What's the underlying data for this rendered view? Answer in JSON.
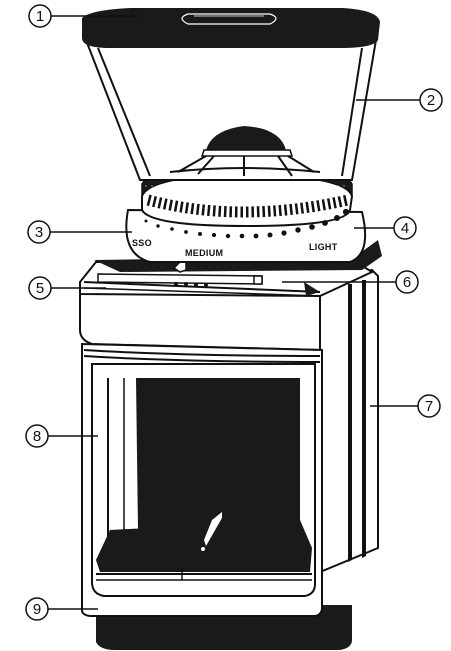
{
  "diagram": {
    "callouts": [
      {
        "id": "1",
        "label": "1"
      },
      {
        "id": "2",
        "label": "2"
      },
      {
        "id": "3",
        "label": "3"
      },
      {
        "id": "4",
        "label": "4"
      },
      {
        "id": "5",
        "label": "5"
      },
      {
        "id": "6",
        "label": "6"
      },
      {
        "id": "7",
        "label": "7"
      },
      {
        "id": "8",
        "label": "8"
      },
      {
        "id": "9",
        "label": "9"
      }
    ],
    "dial_labels": {
      "left": "SSO",
      "middle": "MEDIUM",
      "right": "LIGHT"
    }
  },
  "colors": {
    "outline": "#111111",
    "body_fill": "#ffffff",
    "dark_fill": "#1a1a1a"
  }
}
